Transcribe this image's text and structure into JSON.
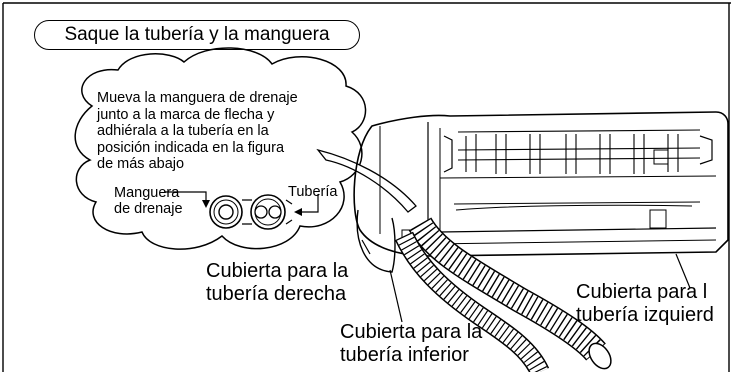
{
  "title": "Saque la tubería y la manguera",
  "bubble": {
    "lines": [
      "Mueva la manguera de drenaje",
      "junto a la marca de flecha y",
      "adhiérala a la tubería en la",
      "posición indicada en la figura",
      "de más abajo"
    ],
    "hose_label": [
      "Manguera",
      "de drenaje"
    ],
    "pipe_label": "Tubería"
  },
  "labels": {
    "right_cover": [
      "Cubierta para la",
      "tubería derecha"
    ],
    "bottom_cover": [
      "Cubierta para la",
      "tubería inferior"
    ],
    "left_cover": [
      "Cubierta para l",
      "tubería izquierd"
    ]
  }
}
